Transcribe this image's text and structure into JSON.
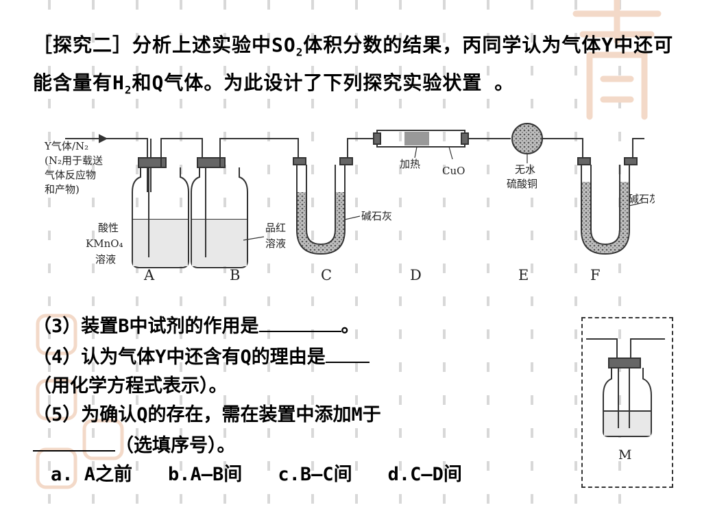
{
  "intro": {
    "part1": "［探究二］分析上述实验中SO",
    "sub1": "2",
    "part2": "体积分数的结果，丙同学认为气体Y中还可能含量有H",
    "sub2": "2",
    "part3": "和Q气体。为此设计了下列探究实验状置 。"
  },
  "diagram": {
    "inlet_label": [
      "Y气体/N₂",
      "(N₂用于载送",
      "气体反应物",
      "和产物)"
    ],
    "a_reagent": [
      "酸性",
      "KMnO₄",
      "溶液"
    ],
    "b_reagent": [
      "品红",
      "溶液"
    ],
    "c_reagent": "碱石灰",
    "d_heat": "加热",
    "d_reagent": "CuO",
    "e_reagent": [
      "无水",
      "硫酸铜"
    ],
    "f_reagent": "碱石灰",
    "labels": [
      "A",
      "B",
      "C",
      "D",
      "E",
      "F"
    ],
    "m_label": "M"
  },
  "questions": {
    "q3": "（3）装置B中试剂的作用是",
    "q3_end": "。",
    "q4": "（4）认为气体Y中还含有Q的理由是",
    "q4_cont": "（用化学方程式表示）。",
    "q5": "（5）为确认Q的存在，需在装置中添加M于",
    "q5_cont": "（选填序号）。",
    "options": [
      "a. A之前",
      "b.A—B间",
      "c.B—C间",
      "d.C—D间"
    ]
  },
  "colors": {
    "watermark": "#f3d9c8",
    "ink": "#000000",
    "drawing": "#333333"
  }
}
